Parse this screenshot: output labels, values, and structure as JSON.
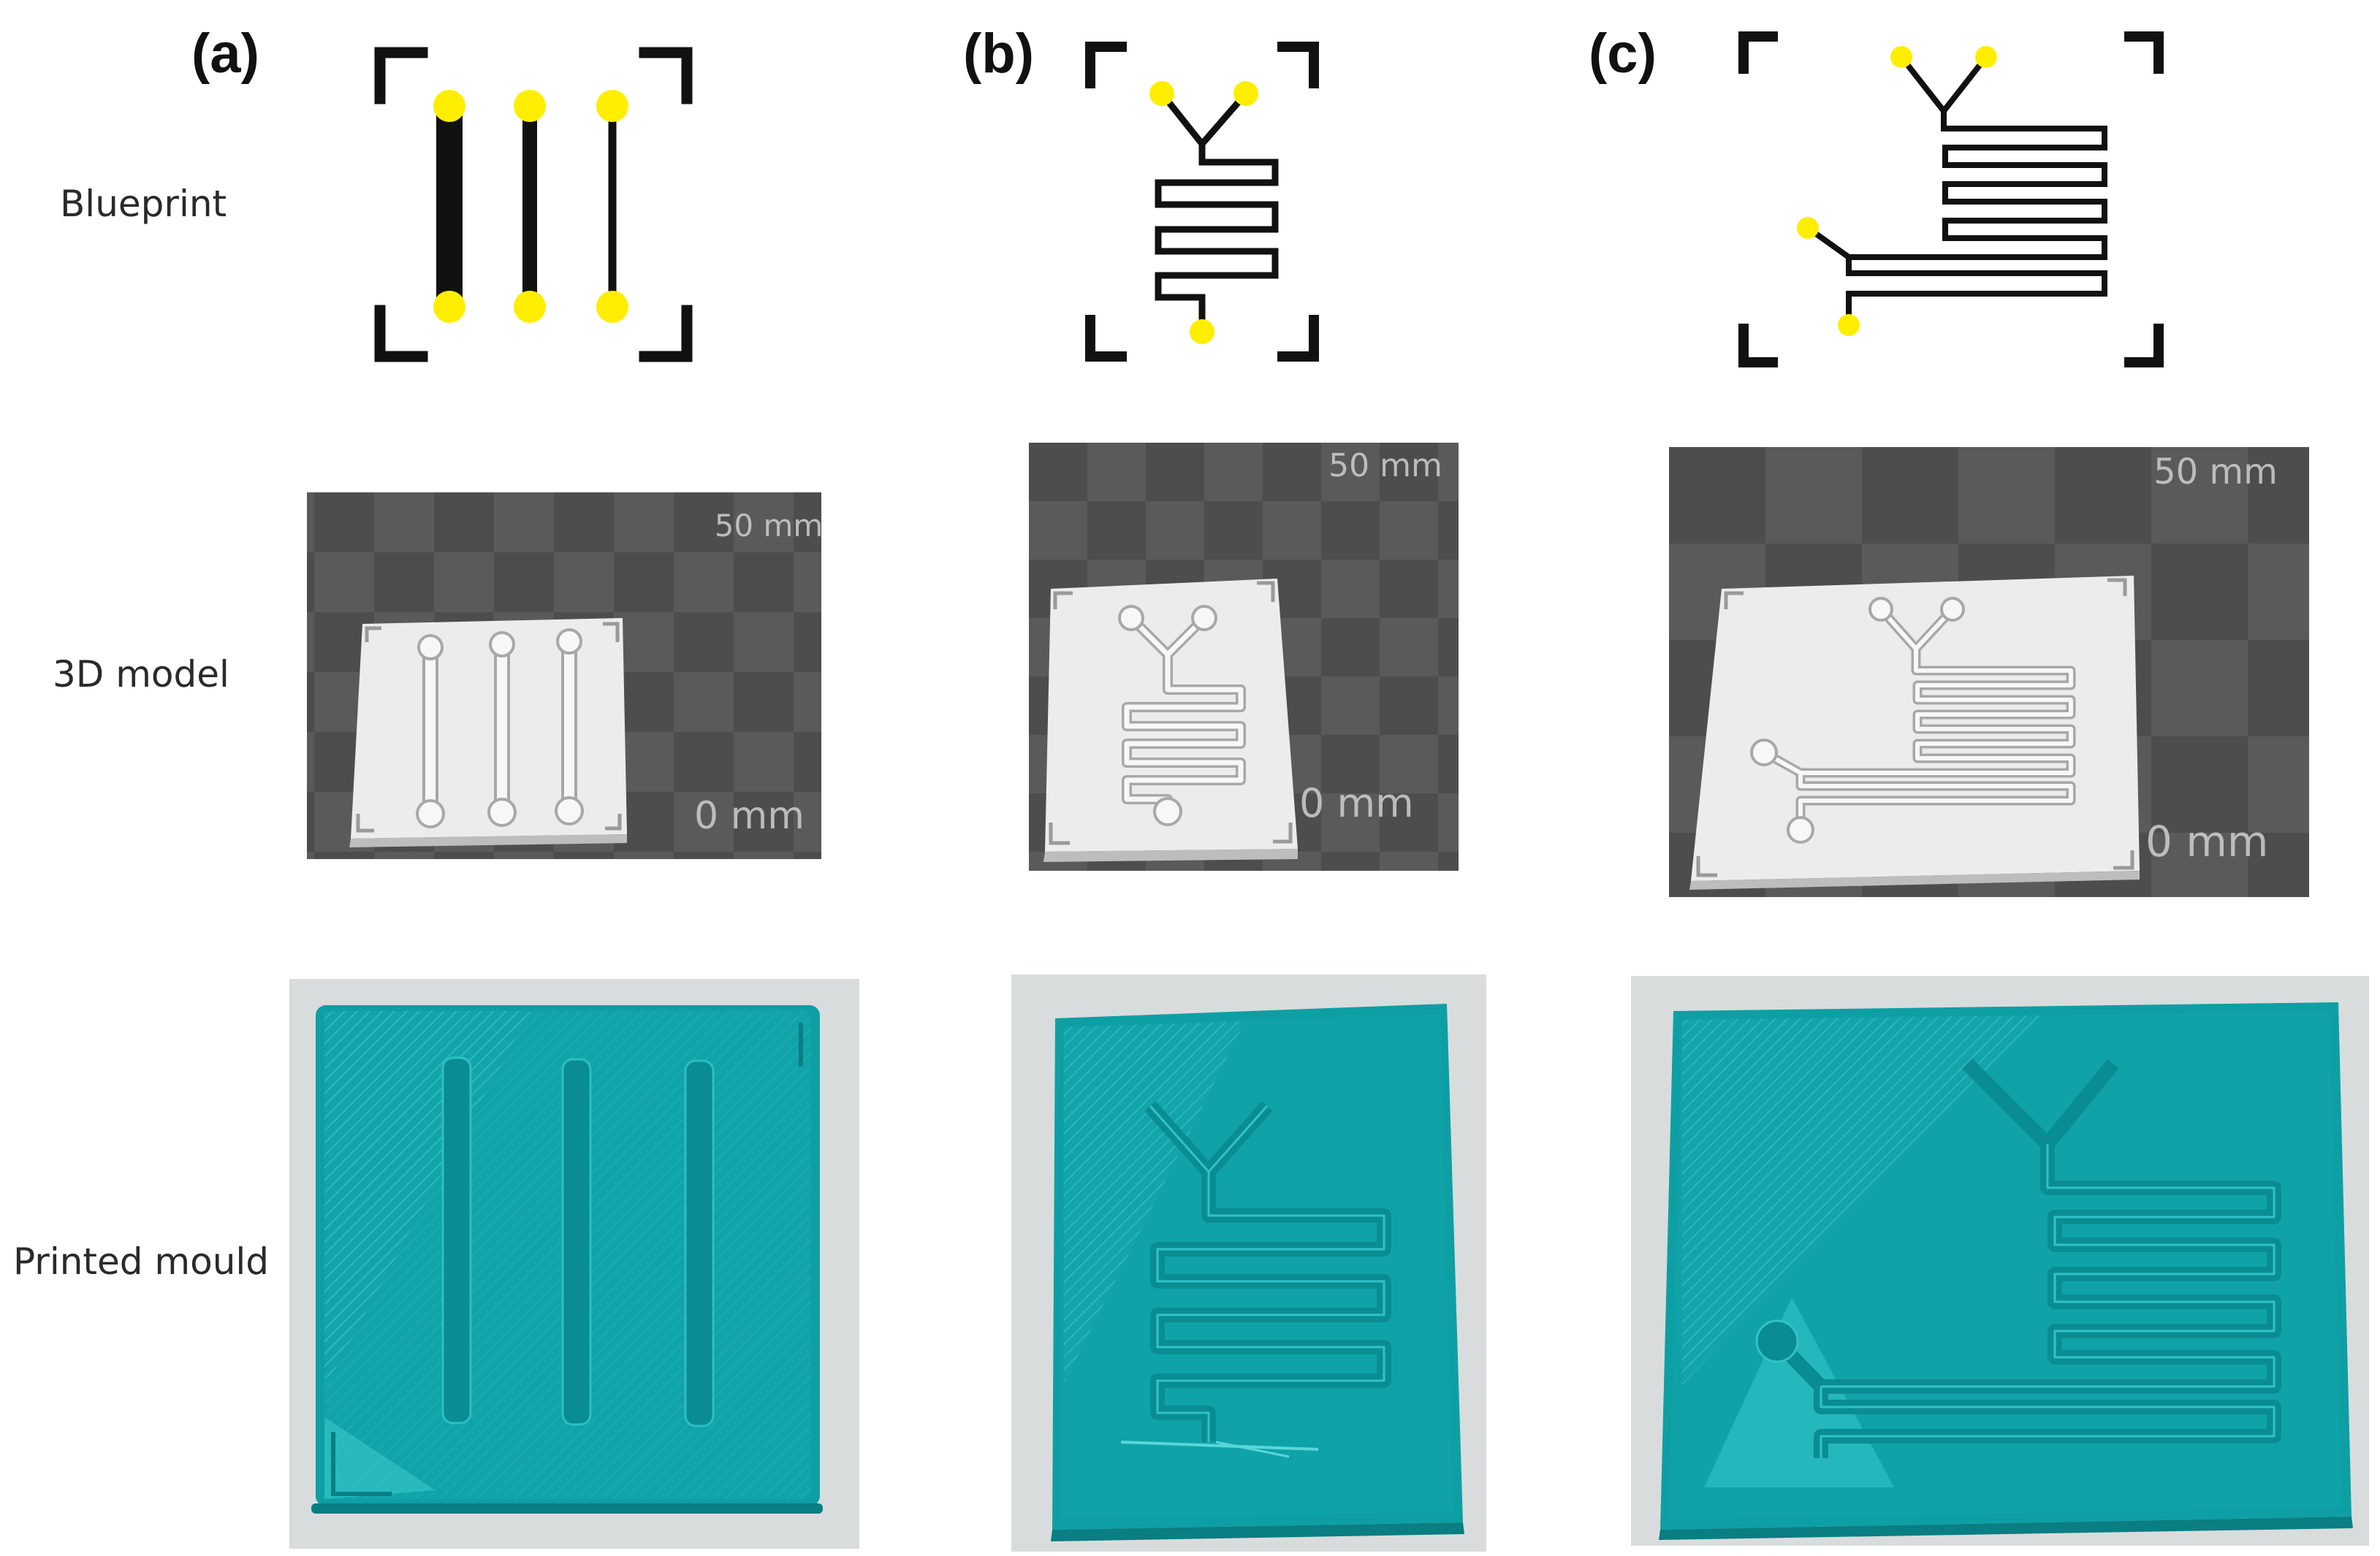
{
  "panels": [
    {
      "label": "(a)"
    },
    {
      "label": "(b)"
    },
    {
      "label": "(c)"
    }
  ],
  "rows": {
    "blueprint": "Blueprint",
    "model": "3D model",
    "mould": "Printed mould"
  },
  "scale": {
    "top": "50 mm",
    "bottom": "0 mm"
  },
  "colors": {
    "inlet": "#ffee00",
    "channel": "#111111",
    "render_bg": "#5a5a5a",
    "render_checker": "#4d4d4d",
    "model_plate": "#ececec",
    "mould": "#0fa3a8",
    "photo_bg": "#d9dcdc"
  }
}
